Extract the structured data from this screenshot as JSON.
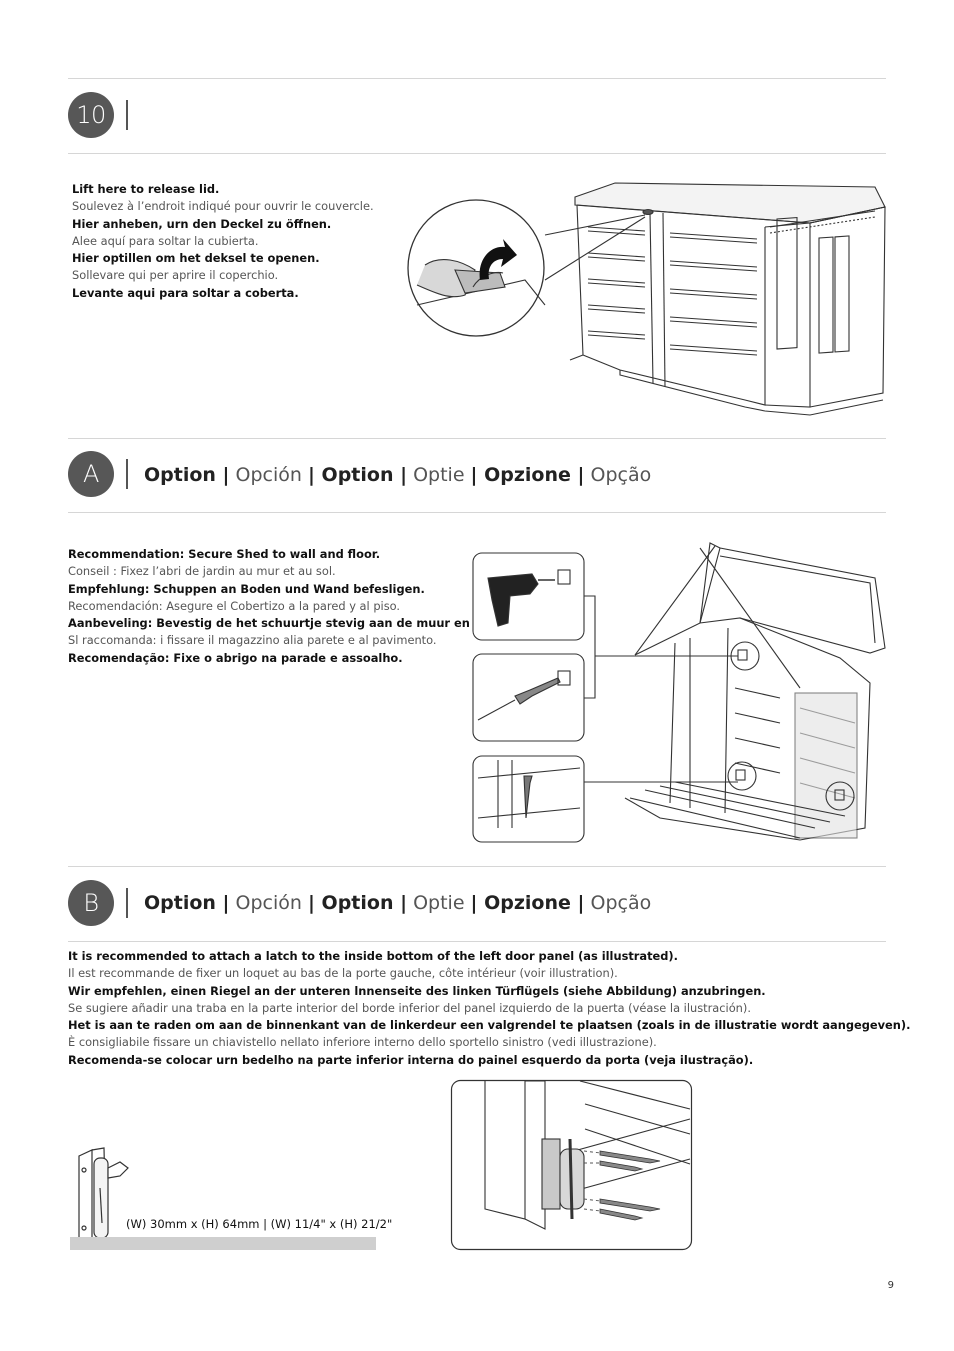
{
  "step": {
    "number": "10"
  },
  "step_text": [
    {
      "text": "Lift here to release lid.",
      "strong": true
    },
    {
      "text": "Soulevez à l’endroit indiqué pour ouvrir le couvercle.",
      "strong": false
    },
    {
      "text": "Hier anheben, urn den Deckel zu öffnen.",
      "strong": true
    },
    {
      "text": "Alee aquí para soltar la cubierta.",
      "strong": false
    },
    {
      "text": "Hier optillen om het deksel te openen.",
      "strong": true
    },
    {
      "text": "Sollevare qui per aprire il coperchio.",
      "strong": false
    },
    {
      "text": "Levante aqui para soltar a coberta.",
      "strong": true
    }
  ],
  "option_title": {
    "p1": "Option |",
    "p2": " Opción ",
    "p3": "| Option |",
    "p4": " Optie ",
    "p5": "| Opzione |",
    "p6": " Opção"
  },
  "section_a": {
    "letter": "A",
    "text": [
      {
        "text": "Recommendation: Secure Shed to wall and floor.",
        "strong": true
      },
      {
        "text": "Conseil : Fixez l’abri de jardin au mur et au sol.",
        "strong": false
      },
      {
        "text": "Empfehlung: Schuppen an Boden und Wand befesligen.",
        "strong": true
      },
      {
        "text": "Recomendación: Asegure el Cobertizo a la pared y al piso.",
        "strong": false
      },
      {
        "text": "Aanbeveling: Bevestig de het schuurtje stevig aan de muur en de vloer.",
        "strong": true
      },
      {
        "text": "Sl raccomanda: i fissare il magazzino alia parete e al pavimento.",
        "strong": false
      },
      {
        "text": "Recomendação: Fixe o abrigo na parade e assoalho.",
        "strong": true
      }
    ]
  },
  "section_b": {
    "letter": "B",
    "text": [
      {
        "text": "It is recommended to attach a latch to the inside bottom of the left door panel (as illustrated).",
        "strong": true
      },
      {
        "text": "Il est recommande de fixer un loquet au bas de la porte gauche, côte intérieur (voir illustration).",
        "strong": false
      },
      {
        "text": "Wir empfehlen, einen Riegel an der unteren lnnenseite des linken Türflügels (siehe Abbildung) anzubringen.",
        "strong": true
      },
      {
        "text": "Se sugiere añadir una traba en la parte interior del borde inferior del panel izquierdo de la puerta (véase la ilustración).",
        "strong": false
      },
      {
        "text": "Het is aan te raden om aan de binnenkant van de linkerdeur een valgrendel te plaatsen (zoals in de illustratie wordt aangegeven).",
        "strong": true
      },
      {
        "text": "È consigliabile fissare un chiavistello nellato inferiore interno dello sportello sinistro (vedi illustrazione).",
        "strong": false
      },
      {
        "text": "Recomenda-se colocar urn bedelho na parte inferior interna do painel esquerdo da porta (veja ilustração).",
        "strong": true
      }
    ],
    "dimension": "(W) 30mm x (H) 64mm | (W) 11/4\" x (H) 21/2\""
  },
  "page_number": "9"
}
